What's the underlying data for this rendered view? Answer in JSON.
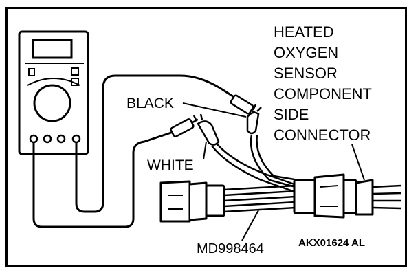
{
  "title_lines": [
    "HEATED",
    "OXYGEN",
    "SENSOR",
    "COMPONENT",
    "SIDE",
    "CONNECTOR"
  ],
  "labels": {
    "black": "BLACK",
    "white": "WHITE",
    "tool": "MD998464",
    "figure_code": "AKX01624 AL"
  }
}
